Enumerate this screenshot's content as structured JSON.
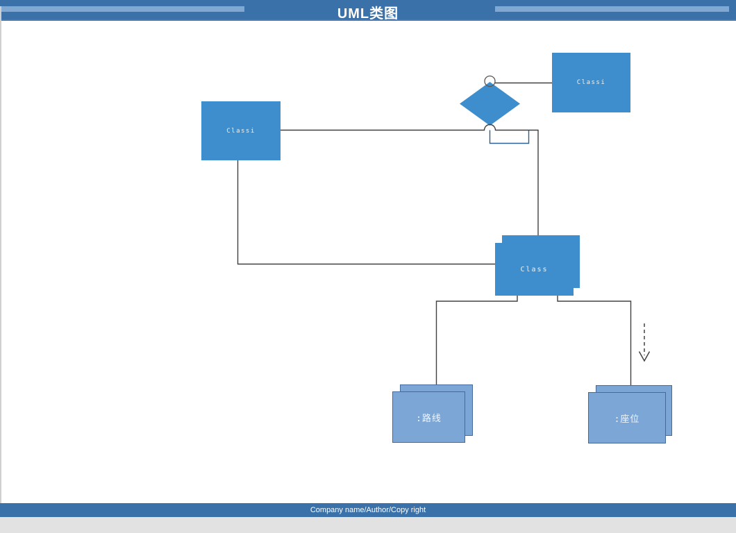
{
  "header": {
    "title": "UML类图"
  },
  "footer": {
    "text": "Company name/Author/Copy right"
  },
  "diagram": {
    "type": "uml-class-diagram",
    "nodes": [
      {
        "id": "classi-top-right",
        "label": "Classi",
        "shape": "rectangle",
        "fill": "#3e8ecd"
      },
      {
        "id": "classi-left",
        "label": "Classi",
        "shape": "rectangle",
        "fill": "#3e8ecd"
      },
      {
        "id": "decision-diamond",
        "label": "",
        "shape": "diamond",
        "fill": "#3e8ecd"
      },
      {
        "id": "class-center",
        "label": "Class",
        "shape": "stacked-rectangle",
        "fill": "#3e8ecd"
      },
      {
        "id": "object-route",
        "label": ":路线",
        "shape": "stacked-rectangle",
        "fill": "#7ca6d6"
      },
      {
        "id": "object-seat",
        "label": ":座位",
        "shape": "stacked-rectangle",
        "fill": "#7ca6d6"
      }
    ],
    "edges": [
      {
        "from": "decision-diamond",
        "to": "classi-top-right",
        "style": "solid",
        "note": "starts at small circle on diamond top vertex"
      },
      {
        "from": "classi-left",
        "to": "class-center",
        "style": "solid",
        "note": "passes under diamond bottom vertex with line-jump arc, turns down into top of class-center"
      },
      {
        "from": "decision-diamond",
        "to": "main-line",
        "style": "solid",
        "note": "small rectangular loop below line"
      },
      {
        "from": "classi-left",
        "to": "class-center",
        "style": "solid",
        "note": "from bottom edge, down then right into left edge"
      },
      {
        "from": "class-center",
        "to": "object-route",
        "style": "solid"
      },
      {
        "from": "class-center",
        "to": "object-seat",
        "style": "solid"
      },
      {
        "id": "dashed-arrow",
        "style": "dashed",
        "direction": "down",
        "note": "short dashed arrow right of object-seat connector"
      }
    ],
    "colors": {
      "header_bar": "#3a71a8",
      "header_strip": "#7fa9d3",
      "node_fill": "#3e8ecd",
      "object_fill": "#7ca6d6",
      "object_border": "#46699c",
      "connector": "#404040",
      "loop_stroke": "#2e6090",
      "bottom_margin": "#e2e2e2"
    }
  }
}
